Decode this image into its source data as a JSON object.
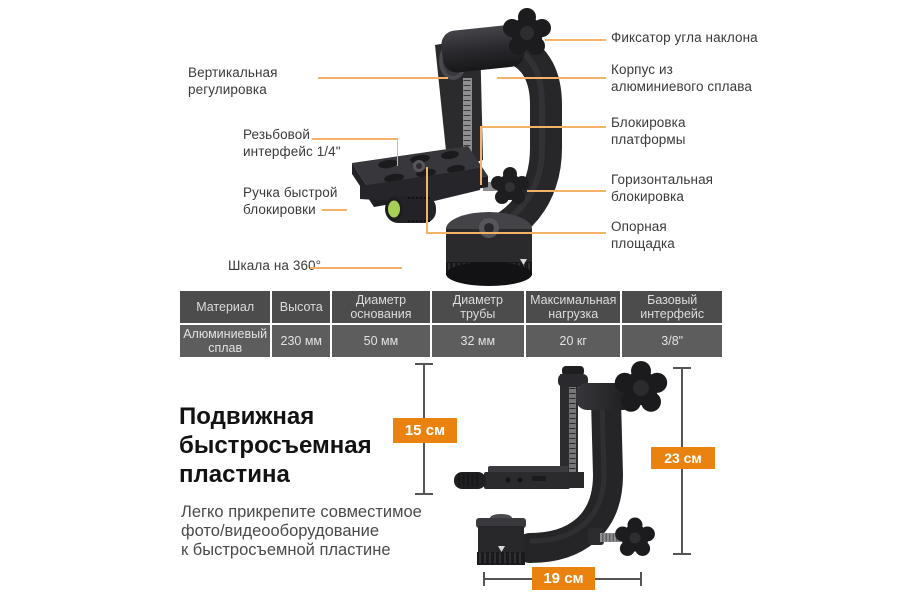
{
  "product": {
    "name": "gimbal-head",
    "callouts_left": [
      {
        "label": "Вертикальная\nрегулировка"
      },
      {
        "label": "Резьбовой\nинтерфейс 1/4\""
      },
      {
        "label": "Ручка быстрой\nблокировки"
      },
      {
        "label": "Шкала на 360°"
      }
    ],
    "callouts_right": [
      {
        "label": "Фиксатор угла наклона"
      },
      {
        "label": "Корпус из\nалюминиевого сплава"
      },
      {
        "label": "Блокировка\nплатформы"
      },
      {
        "label": "Горизонтальная\nблокировка"
      },
      {
        "label": "Опорная\nплощадка"
      }
    ]
  },
  "spec_table": {
    "columns": [
      "Материал",
      "Высота",
      "Диаметр основания",
      "Диаметр трубы",
      "Максимальная нагрузка",
      "Базовый интерфейс"
    ],
    "values": [
      "Алюминиевый сплав",
      "230 мм",
      "50 мм",
      "32 мм",
      "20 кг",
      "3/8\""
    ]
  },
  "plate_section": {
    "heading": "Подвижная\nбыстросъемная\nпластина",
    "description": "Легко прикрепите совместимое\nфото/видеооборудование\nк быстросъемной пластине"
  },
  "dimensions": {
    "plate_travel": "15 см",
    "total_height": "23 см",
    "base_width": "19 см"
  },
  "colors": {
    "accent_orange": "#EA820F",
    "callout_line_orange": "#F4B269",
    "table_header_bg": "#4C4C4C",
    "table_row_bg": "#5D5D5D",
    "dimension_line_gray": "#555555"
  }
}
